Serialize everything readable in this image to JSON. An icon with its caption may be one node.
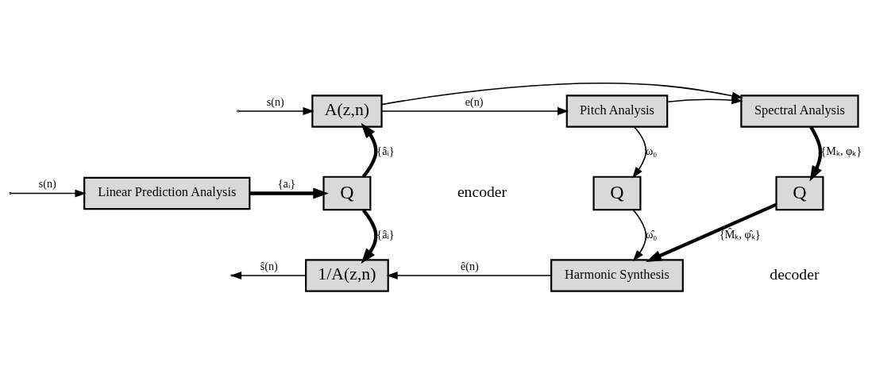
{
  "diagram": {
    "nodes": [
      {
        "text": [
          "A(z,n)"
        ]
      },
      {
        "text": [
          "Pitch Analysis"
        ]
      },
      {
        "text": [
          "Spectral Analysis"
        ]
      },
      {
        "text": [
          "Linear Prediction Analysis"
        ]
      },
      {
        "text": [
          "Q"
        ]
      },
      {
        "text": [
          "Q"
        ]
      },
      {
        "text": [
          "Q"
        ]
      },
      {
        "text": [
          "1/A(z,n)"
        ]
      },
      {
        "text": [
          "Harmonic Synthesis"
        ]
      }
    ],
    "edges": [
      {
        "from": null,
        "to": 3,
        "arrow": "to",
        "label": "s(n)"
      },
      {
        "from": null,
        "to": 0,
        "arrow": "to",
        "label": "s(n)"
      },
      {
        "from": 3,
        "to": 4,
        "arrow": "to",
        "label": "{aᵢ}",
        "style": "thick"
      },
      {
        "from": 4,
        "to": 0,
        "arrow": "to",
        "label": "{âᵢ}",
        "style": "thick"
      },
      {
        "from": 4,
        "to": 7,
        "arrow": "to",
        "label": "{âᵢ}",
        "style": "thick"
      },
      {
        "from": 0,
        "to": 1,
        "arrow": "to",
        "label": "e(n)"
      },
      {
        "from": 0,
        "to": 2,
        "arrow": "to"
      },
      {
        "from": 1,
        "to": 2,
        "arrow": "to"
      },
      {
        "from": 1,
        "to": 5,
        "arrow": "to",
        "label": "ω₀"
      },
      {
        "from": 2,
        "to": 6,
        "arrow": "to",
        "label": "{Mₖ, φₖ}",
        "style": "thick"
      },
      {
        "from": 5,
        "to": 8,
        "arrow": "to",
        "label": "ω̂₀"
      },
      {
        "from": 6,
        "to": 8,
        "arrow": "to",
        "label": "{M̂ₖ, φ̂ₖ}",
        "style": "thick"
      },
      {
        "from": 8,
        "to": 7,
        "arrow": "to",
        "label": "ê(n)"
      },
      {
        "from": 7,
        "to": null,
        "arrow": "to",
        "label": "ŝ(n)"
      }
    ],
    "labels": [
      "encoder",
      "decoder"
    ]
  }
}
